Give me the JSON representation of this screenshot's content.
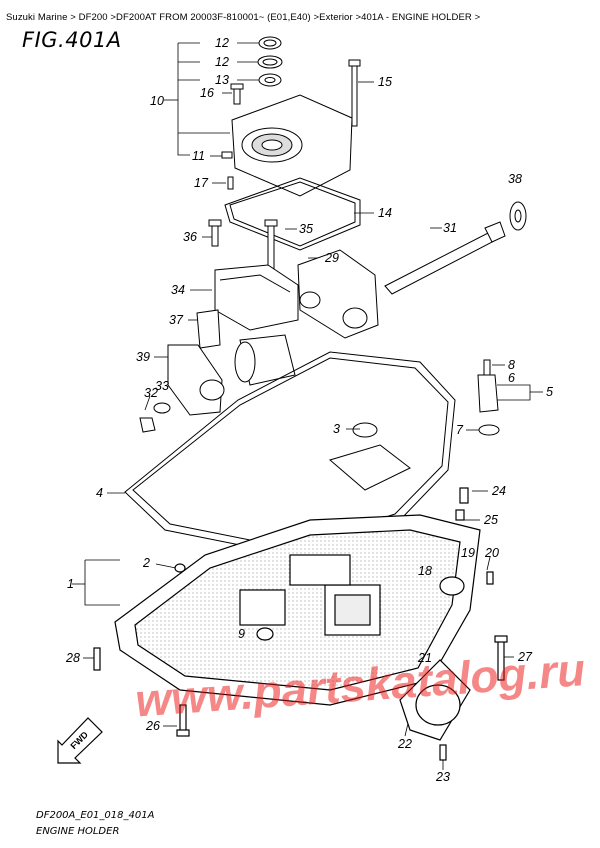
{
  "breadcrumb": "Suzuki Marine > DF200 >DF200AT FROM 20003F-810001~ (E01,E40) >Exterior >401A - ENGINE HOLDER >",
  "figure_title": "FIG.401A",
  "watermark": "www.partskatalog.ru",
  "fwd_label": "FWD",
  "footer": {
    "code": "DF200A_E01_018_401A",
    "caption": "ENGINE HOLDER"
  },
  "callouts": [
    "12",
    "12",
    "13",
    "16",
    "15",
    "10",
    "11",
    "17",
    "14",
    "38",
    "36",
    "35",
    "31",
    "29",
    "34",
    "37",
    "39",
    "33",
    "32",
    "8",
    "6",
    "5",
    "3",
    "7",
    "4",
    "24",
    "25",
    "2",
    "19",
    "20",
    "18",
    "1",
    "9",
    "28",
    "27",
    "21",
    "26",
    "22",
    "23"
  ]
}
